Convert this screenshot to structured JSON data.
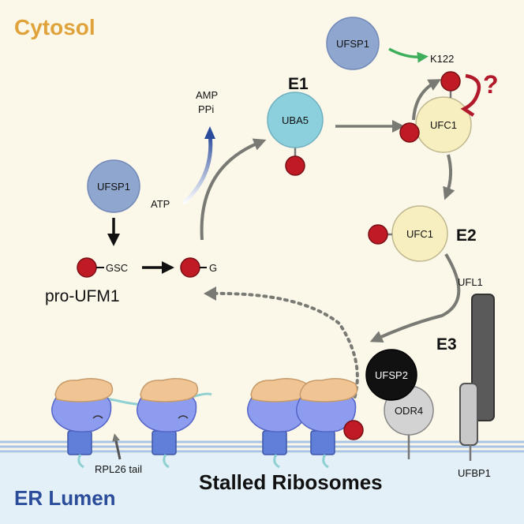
{
  "compartments": {
    "cytosol": "Cytosol",
    "er_lumen": "ER Lumen"
  },
  "enzymes": {
    "ufsp1_top": "UFSP1",
    "ufsp1_left": "UFSP1",
    "uba5": "UBA5",
    "ufc1_top": "UFC1",
    "ufc1_mid": "UFC1",
    "ufsp2": "UFSP2",
    "odr4": "ODR4",
    "ufl1": "UFL1",
    "ufbp1": "UFBP1"
  },
  "stages": {
    "e1": "E1",
    "e2": "E2",
    "e3": "E3"
  },
  "labels": {
    "k122": "K122",
    "question": "?",
    "amp": "AMP",
    "ppi": "PPi",
    "atp": "ATP",
    "gsc": "GSC",
    "g": "G",
    "pro_ufm1": "pro-UFM1",
    "rpl26_tail": "RPL26 tail",
    "stalled_ribosomes": "Stalled Ribosomes"
  },
  "colors": {
    "background": "#fbf8ea",
    "lumen": "#e3f0f7",
    "cytosol_title": "#e0a23a",
    "lumen_title": "#2b4c9b",
    "ufsp1": "#8fa6cf",
    "uba5": "#8ccfdd",
    "ufc1": "#f7efc0",
    "ufm1": "#c01b24",
    "ribosome_small": "#8e9cf0",
    "ribosome_large": "#f0c493",
    "green_arrow": "#3fae5a",
    "red_inhibit": "#b11a2a",
    "atp_arrow": "#3050a8"
  }
}
